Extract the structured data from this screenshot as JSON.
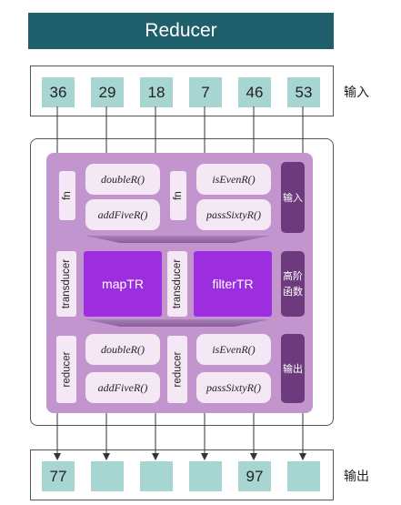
{
  "header": {
    "title": "Reducer"
  },
  "input": {
    "label": "输入",
    "values": [
      "36",
      "29",
      "18",
      "7",
      "46",
      "53"
    ]
  },
  "output": {
    "label": "输出",
    "values": [
      "77",
      "",
      "",
      "",
      "97",
      ""
    ]
  },
  "rows": {
    "top": {
      "tag": "fn",
      "left_fns": [
        "doubleR()",
        "addFiveR()"
      ],
      "right_fns": [
        "isEvenR()",
        "passSixtyR()"
      ],
      "side": "输入"
    },
    "middle": {
      "tag": "transducer",
      "left_tr": "mapTR",
      "right_tr": "filterTR",
      "side": "高阶\n函数"
    },
    "bottom": {
      "tag": "reducer",
      "left_fns": [
        "doubleR()",
        "addFiveR()"
      ],
      "right_fns": [
        "isEvenR()",
        "passSixtyR()"
      ],
      "side": "输出"
    }
  },
  "colors": {
    "header_bg": "#1f5f6b",
    "cell": "#a7d5d1",
    "panel": "#c295cf",
    "box": "#f3e8f3",
    "transducer": "#9d2ee0",
    "side_tag": "#6e3a7e"
  }
}
